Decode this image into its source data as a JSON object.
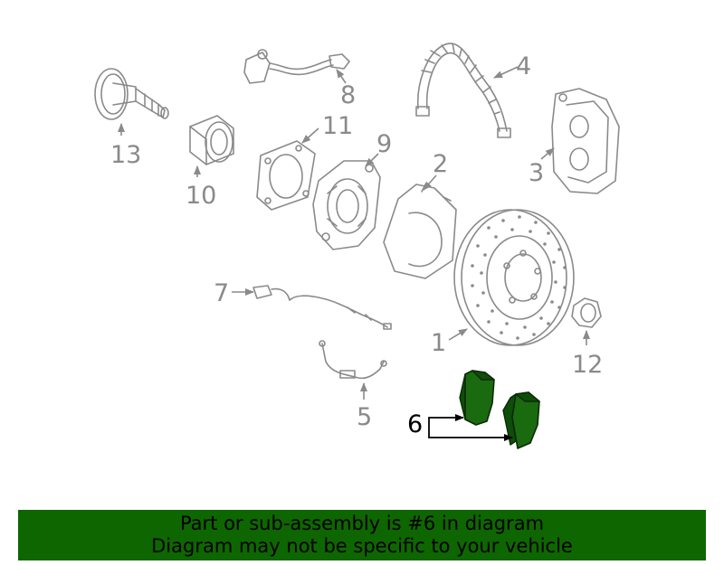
{
  "callouts": {
    "c1": "1",
    "c2": "2",
    "c3": "3",
    "c4": "4",
    "c5": "5",
    "c6": "6",
    "c7": "7",
    "c8": "8",
    "c9": "9",
    "c10": "10",
    "c11": "11",
    "c12": "12",
    "c13": "13"
  },
  "highlight": {
    "part": "6",
    "color": "#1a6a10"
  },
  "footer": {
    "line1": "Part or sub-assembly is #6 in diagram",
    "line2": "Diagram may not be specific to your vehicle",
    "background": "#0e6600"
  }
}
